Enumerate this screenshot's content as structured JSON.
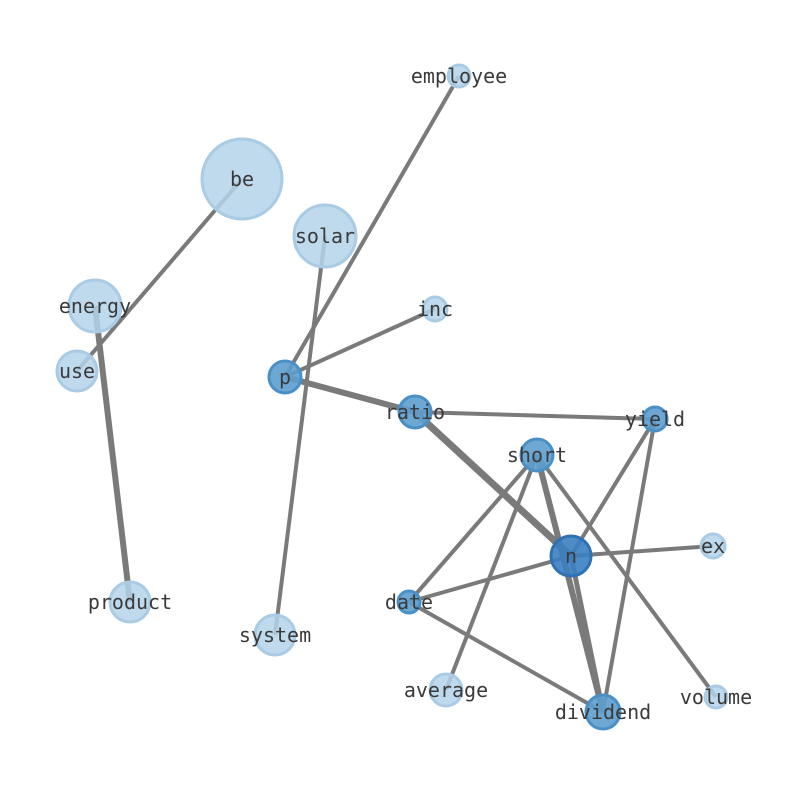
{
  "graph": {
    "nodes": [
      {
        "id": "employee",
        "label": "employee",
        "tone": "light",
        "weight": 1
      },
      {
        "id": "be",
        "label": "be",
        "tone": "light",
        "weight": 9
      },
      {
        "id": "solar",
        "label": "solar",
        "tone": "light",
        "weight": 6
      },
      {
        "id": "energy",
        "label": "energy",
        "tone": "light",
        "weight": 5
      },
      {
        "id": "inc",
        "label": "inc",
        "tone": "light",
        "weight": 1
      },
      {
        "id": "use",
        "label": "use",
        "tone": "light",
        "weight": 3
      },
      {
        "id": "p",
        "label": "p",
        "tone": "medium",
        "weight": 2
      },
      {
        "id": "ratio",
        "label": "ratio",
        "tone": "medium",
        "weight": 2
      },
      {
        "id": "yield",
        "label": "yield",
        "tone": "medium",
        "weight": 1
      },
      {
        "id": "short",
        "label": "short",
        "tone": "medium",
        "weight": 2
      },
      {
        "id": "n",
        "label": "n",
        "tone": "dark",
        "weight": 3
      },
      {
        "id": "ex",
        "label": "ex",
        "tone": "light",
        "weight": 1
      },
      {
        "id": "product",
        "label": "product",
        "tone": "light",
        "weight": 3
      },
      {
        "id": "date",
        "label": "date",
        "tone": "medium",
        "weight": 1
      },
      {
        "id": "system",
        "label": "system",
        "tone": "light",
        "weight": 3
      },
      {
        "id": "average",
        "label": "average",
        "tone": "light",
        "weight": 2
      },
      {
        "id": "volume",
        "label": "volume",
        "tone": "light",
        "weight": 1
      },
      {
        "id": "dividend",
        "label": "dividend",
        "tone": "medium",
        "weight": 2
      }
    ],
    "edges": [
      {
        "source": "employee",
        "target": "p",
        "weight": 2
      },
      {
        "source": "be",
        "target": "use",
        "weight": 2
      },
      {
        "source": "energy",
        "target": "product",
        "weight": 4
      },
      {
        "source": "solar",
        "target": "system",
        "weight": 2
      },
      {
        "source": "p",
        "target": "inc",
        "weight": 2
      },
      {
        "source": "p",
        "target": "ratio",
        "weight": 4
      },
      {
        "source": "ratio",
        "target": "yield",
        "weight": 2
      },
      {
        "source": "ratio",
        "target": "n",
        "weight": 5
      },
      {
        "source": "short",
        "target": "date",
        "weight": 2
      },
      {
        "source": "short",
        "target": "average",
        "weight": 2
      },
      {
        "source": "short",
        "target": "volume",
        "weight": 2
      },
      {
        "source": "short",
        "target": "dividend",
        "weight": 4
      },
      {
        "source": "yield",
        "target": "n",
        "weight": 2
      },
      {
        "source": "yield",
        "target": "dividend",
        "weight": 2
      },
      {
        "source": "n",
        "target": "ex",
        "weight": 2
      },
      {
        "source": "n",
        "target": "date",
        "weight": 2
      },
      {
        "source": "n",
        "target": "dividend",
        "weight": 3
      },
      {
        "source": "date",
        "target": "dividend",
        "weight": 2
      }
    ],
    "colors": {
      "light": "#b4d3ea",
      "medium": "#5d9fd0",
      "dark": "#3a7fc0",
      "edge": "#7a7a7a"
    }
  }
}
